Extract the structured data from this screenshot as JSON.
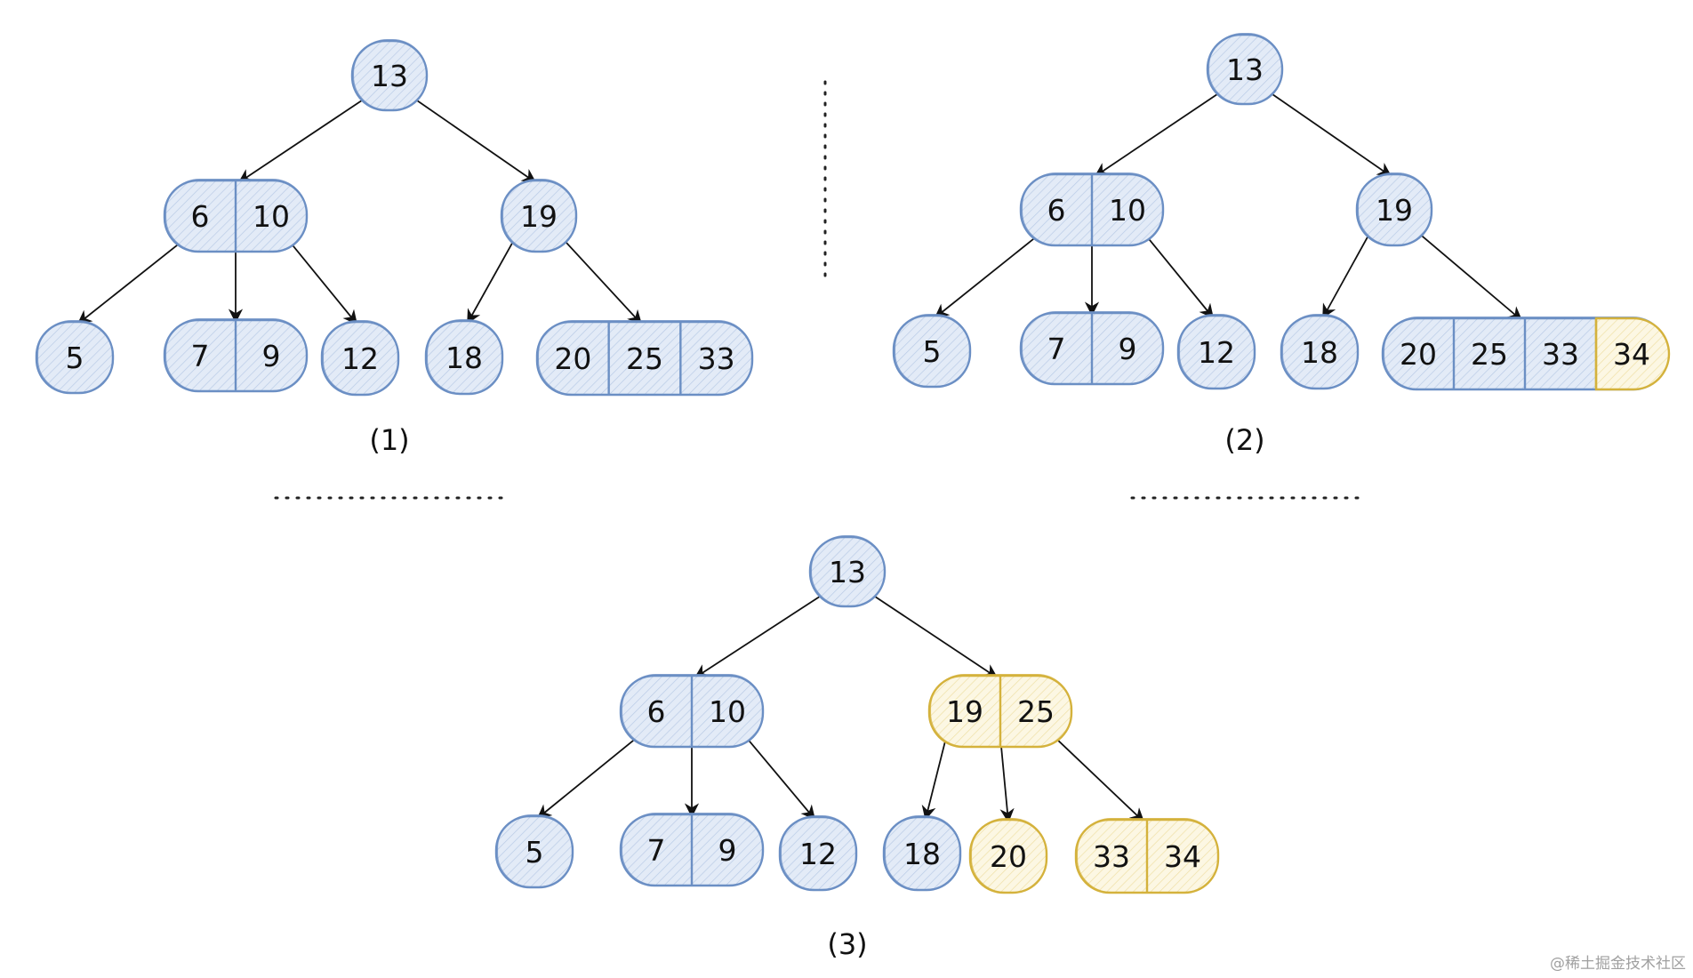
{
  "colors": {
    "blue": "#6b8fc4",
    "blue_fill": "#dde7f5",
    "yellow": "#d4b23c",
    "yellow_fill": "#fbf5dc",
    "ink": "#111111"
  },
  "diagrams": [
    {
      "caption": "(1)",
      "nodes": [
        {
          "id": "d1-root",
          "keys": [
            "13"
          ],
          "color": "blue"
        },
        {
          "id": "d1-a",
          "keys": [
            "6",
            "10"
          ],
          "color": "blue"
        },
        {
          "id": "d1-b",
          "keys": [
            "19"
          ],
          "color": "blue"
        },
        {
          "id": "d1-a0",
          "keys": [
            "5"
          ],
          "color": "blue"
        },
        {
          "id": "d1-a1",
          "keys": [
            "7",
            "9"
          ],
          "color": "blue"
        },
        {
          "id": "d1-a2",
          "keys": [
            "12"
          ],
          "color": "blue"
        },
        {
          "id": "d1-b0",
          "keys": [
            "18"
          ],
          "color": "blue"
        },
        {
          "id": "d1-b1",
          "keys": [
            "20",
            "25",
            "33"
          ],
          "color": "blue"
        }
      ],
      "edges": [
        [
          "d1-root",
          "d1-a"
        ],
        [
          "d1-root",
          "d1-b"
        ],
        [
          "d1-a",
          "d1-a0"
        ],
        [
          "d1-a",
          "d1-a1"
        ],
        [
          "d1-a",
          "d1-a2"
        ],
        [
          "d1-b",
          "d1-b0"
        ],
        [
          "d1-b",
          "d1-b1"
        ]
      ]
    },
    {
      "caption": "(2)",
      "nodes": [
        {
          "id": "d2-root",
          "keys": [
            "13"
          ],
          "color": "blue"
        },
        {
          "id": "d2-a",
          "keys": [
            "6",
            "10"
          ],
          "color": "blue"
        },
        {
          "id": "d2-b",
          "keys": [
            "19"
          ],
          "color": "blue"
        },
        {
          "id": "d2-a0",
          "keys": [
            "5"
          ],
          "color": "blue"
        },
        {
          "id": "d2-a1",
          "keys": [
            "7",
            "9"
          ],
          "color": "blue"
        },
        {
          "id": "d2-a2",
          "keys": [
            "12"
          ],
          "color": "blue"
        },
        {
          "id": "d2-b0",
          "keys": [
            "18"
          ],
          "color": "blue"
        },
        {
          "id": "d2-b1",
          "keys": [
            "20",
            "25",
            "33",
            "34"
          ],
          "color": "blue",
          "highlight_last": true
        }
      ],
      "edges": [
        [
          "d2-root",
          "d2-a"
        ],
        [
          "d2-root",
          "d2-b"
        ],
        [
          "d2-a",
          "d2-a0"
        ],
        [
          "d2-a",
          "d2-a1"
        ],
        [
          "d2-a",
          "d2-a2"
        ],
        [
          "d2-b",
          "d2-b0"
        ],
        [
          "d2-b",
          "d2-b1"
        ]
      ]
    },
    {
      "caption": "(3)",
      "nodes": [
        {
          "id": "d3-root",
          "keys": [
            "13"
          ],
          "color": "blue"
        },
        {
          "id": "d3-a",
          "keys": [
            "6",
            "10"
          ],
          "color": "blue"
        },
        {
          "id": "d3-b",
          "keys": [
            "19",
            "25"
          ],
          "color": "yellow"
        },
        {
          "id": "d3-a0",
          "keys": [
            "5"
          ],
          "color": "blue"
        },
        {
          "id": "d3-a1",
          "keys": [
            "7",
            "9"
          ],
          "color": "blue"
        },
        {
          "id": "d3-a2",
          "keys": [
            "12"
          ],
          "color": "blue"
        },
        {
          "id": "d3-b0",
          "keys": [
            "18"
          ],
          "color": "blue"
        },
        {
          "id": "d3-b1",
          "keys": [
            "20"
          ],
          "color": "yellow"
        },
        {
          "id": "d3-b2",
          "keys": [
            "33",
            "34"
          ],
          "color": "yellow"
        }
      ],
      "edges": [
        [
          "d3-root",
          "d3-a"
        ],
        [
          "d3-root",
          "d3-b"
        ],
        [
          "d3-a",
          "d3-a0"
        ],
        [
          "d3-a",
          "d3-a1"
        ],
        [
          "d3-a",
          "d3-a2"
        ],
        [
          "d3-b",
          "d3-b0"
        ],
        [
          "d3-b",
          "d3-b1"
        ],
        [
          "d3-b",
          "d3-b2"
        ]
      ]
    }
  ],
  "watermark": "@稀土掘金技术社区"
}
